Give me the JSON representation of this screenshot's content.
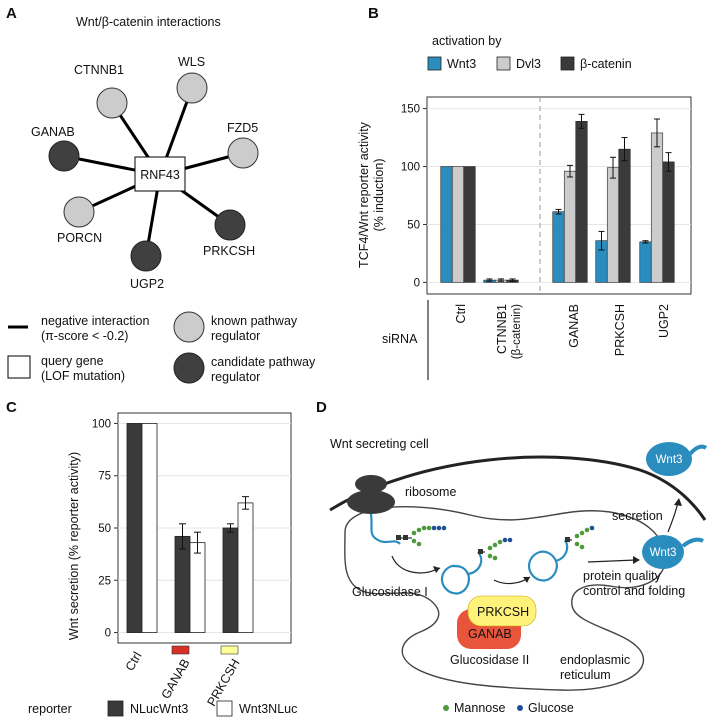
{
  "panelA": {
    "letter": "A",
    "title": "Wnt/β-catenin interactions",
    "center": "RNF43",
    "nodes": [
      {
        "label": "CTNNB1",
        "kind": "known"
      },
      {
        "label": "WLS",
        "kind": "known"
      },
      {
        "label": "FZD5",
        "kind": "known"
      },
      {
        "label": "GANAB",
        "kind": "candidate"
      },
      {
        "label": "PORCN",
        "kind": "known"
      },
      {
        "label": "UGP2",
        "kind": "candidate"
      },
      {
        "label": "PRKCSH",
        "kind": "candidate"
      }
    ],
    "legend": {
      "neg_l1": "negative interaction",
      "neg_l2": "(π-score < -0.2)",
      "query_l1": "query gene",
      "query_l2": "(LOF mutation)",
      "known_l1": "known pathway",
      "known_l2": "regulator",
      "cand_l1": "candidate pathway",
      "cand_l2": "regulator"
    },
    "colors": {
      "known": "#cccccc",
      "candidate": "#404040"
    }
  },
  "panelB": {
    "letter": "B",
    "legend_title": "activation by",
    "ylabel_l1": "TCF4/Wnt reporter activity",
    "ylabel_l2": "(% induction)",
    "siRNA_label": "siRNA",
    "xlabels": [
      {
        "l1": "Ctrl",
        "l2": ""
      },
      {
        "l1": "CTNNB1",
        "l2": "(β-catenin)"
      },
      {
        "l1": "GANAB",
        "l2": ""
      },
      {
        "l1": "PRKCSH",
        "l2": ""
      },
      {
        "l1": "UGP2",
        "l2": ""
      }
    ],
    "colors": {
      "Wnt3": "#2b8cbe",
      "Dvl3": "#cccccc",
      "β-catenin": "#3a3a3a"
    }
  },
  "panelC": {
    "letter": "C",
    "ylabel": "Wnt secretion (% reporter activity)",
    "legend_title": "reporter",
    "categories": [
      "Ctrl",
      "GANAB",
      "PRKCSH"
    ],
    "marker_colors": [
      "",
      "#d73027",
      "#ffff99"
    ],
    "colors": {
      "NLucWnt3": "#3a3a3a",
      "Wnt3NLuc": "#ffffff"
    }
  },
  "panelD": {
    "letter": "D",
    "cell_label": "Wnt secreting cell",
    "ribosome": "ribosome",
    "glucosidase1": "Glucosidase I",
    "glucosidase2": "Glucosidase II",
    "prkcsh": "PRKCSH",
    "ganab": "GANAB",
    "pqc_l1": "protein quality",
    "pqc_l2": "control and folding",
    "secretion": "secretion",
    "wnt3": "Wnt3",
    "er_l1": "endoplasmic",
    "er_l2": "reticulum",
    "mannose": "Mannose",
    "glucose": "Glucose",
    "colors": {
      "mannose": "#4c9a3a",
      "glucose": "#1f4e9a",
      "wnt3": "#2b8cbe",
      "prkcsh": "#fff27a",
      "ganab": "#e8553c"
    }
  },
  "chart_data": [
    {
      "type": "bar",
      "panel": "B",
      "ylabel": "TCF4/Wnt reporter activity (% induction)",
      "categories": [
        "Ctrl",
        "CTNNB1 (β-catenin)",
        "GANAB",
        "PRKCSH",
        "UGP2"
      ],
      "series": [
        {
          "name": "Wnt3",
          "values": [
            100,
            2,
            61,
            36,
            35
          ],
          "errors": [
            0,
            1,
            2,
            8,
            1
          ]
        },
        {
          "name": "Dvl3",
          "values": [
            100,
            2,
            96,
            99,
            129
          ],
          "errors": [
            0,
            1,
            5,
            9,
            12
          ]
        },
        {
          "name": "β-catenin",
          "values": [
            100,
            2,
            139,
            115,
            104
          ],
          "errors": [
            0,
            1,
            6,
            10,
            8
          ]
        }
      ],
      "ylim": [
        -10,
        160
      ],
      "yticks": [
        0,
        50,
        100,
        150
      ],
      "legend": "top"
    },
    {
      "type": "bar",
      "panel": "C",
      "ylabel": "Wnt secretion (% reporter activity)",
      "categories": [
        "Ctrl",
        "GANAB",
        "PRKCSH"
      ],
      "series": [
        {
          "name": "NLucWnt3",
          "values": [
            100,
            46,
            50
          ],
          "errors": [
            0,
            6,
            2
          ]
        },
        {
          "name": "Wnt3NLuc",
          "values": [
            100,
            43,
            62
          ],
          "errors": [
            0,
            5,
            3
          ]
        }
      ],
      "ylim": [
        -5,
        105
      ],
      "yticks": [
        0,
        25,
        50,
        75,
        100
      ],
      "legend": "bottom"
    }
  ]
}
